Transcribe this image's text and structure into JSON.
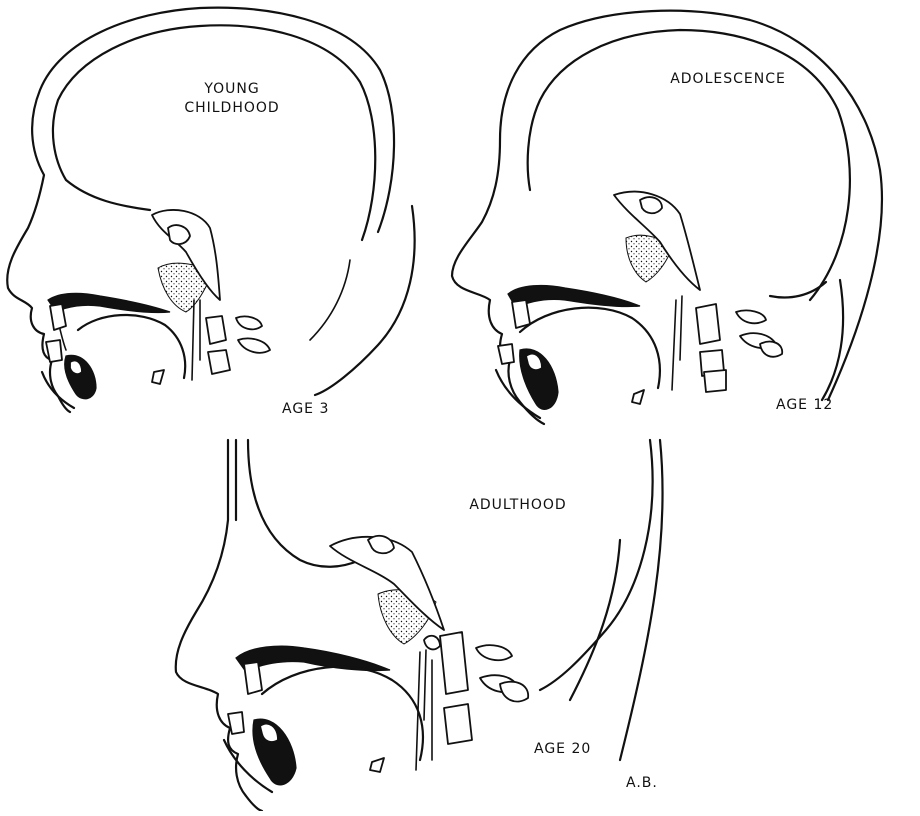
{
  "panels": {
    "young": {
      "stage": "YOUNG\nCHILDHOOD",
      "age": "AGE 3"
    },
    "adolescence": {
      "stage": "ADOLESCENCE",
      "age": "AGE 12"
    },
    "adult": {
      "stage": "ADULTHOOD",
      "age": "AGE 20"
    }
  },
  "signature": "A.B."
}
